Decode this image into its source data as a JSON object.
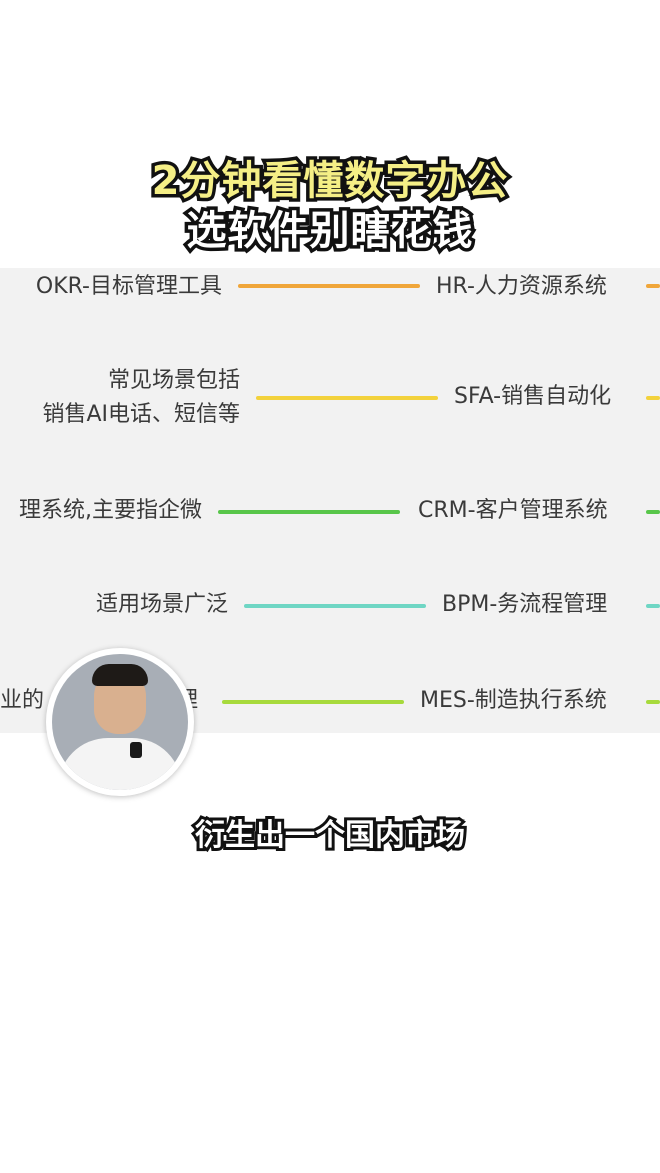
{
  "title": {
    "line1": "2分钟看懂数字办公",
    "line2": "选软件别瞎花钱"
  },
  "mindmap": {
    "rows": [
      {
        "left": "OKR-目标管理工具",
        "right": "HR-人力资源系统",
        "color": "#f0a63a"
      },
      {
        "left_line1": "常见场景包括",
        "left_line2": "销售AI电话、短信等",
        "right": "SFA-销售自动化",
        "color": "#f3d23c"
      },
      {
        "left": "理系统,主要指企微",
        "right": "CRM-客户管理系统",
        "color": "#58c64a"
      },
      {
        "left": "适用场景广泛",
        "right": "BPM-务流程管理",
        "color": "#6fd6c4"
      },
      {
        "left_a": "业的",
        "left_b": "理",
        "right": "MES-制造执行系统",
        "color": "#a7da3c"
      }
    ]
  },
  "subtitle": "衍生出一个国内市场"
}
